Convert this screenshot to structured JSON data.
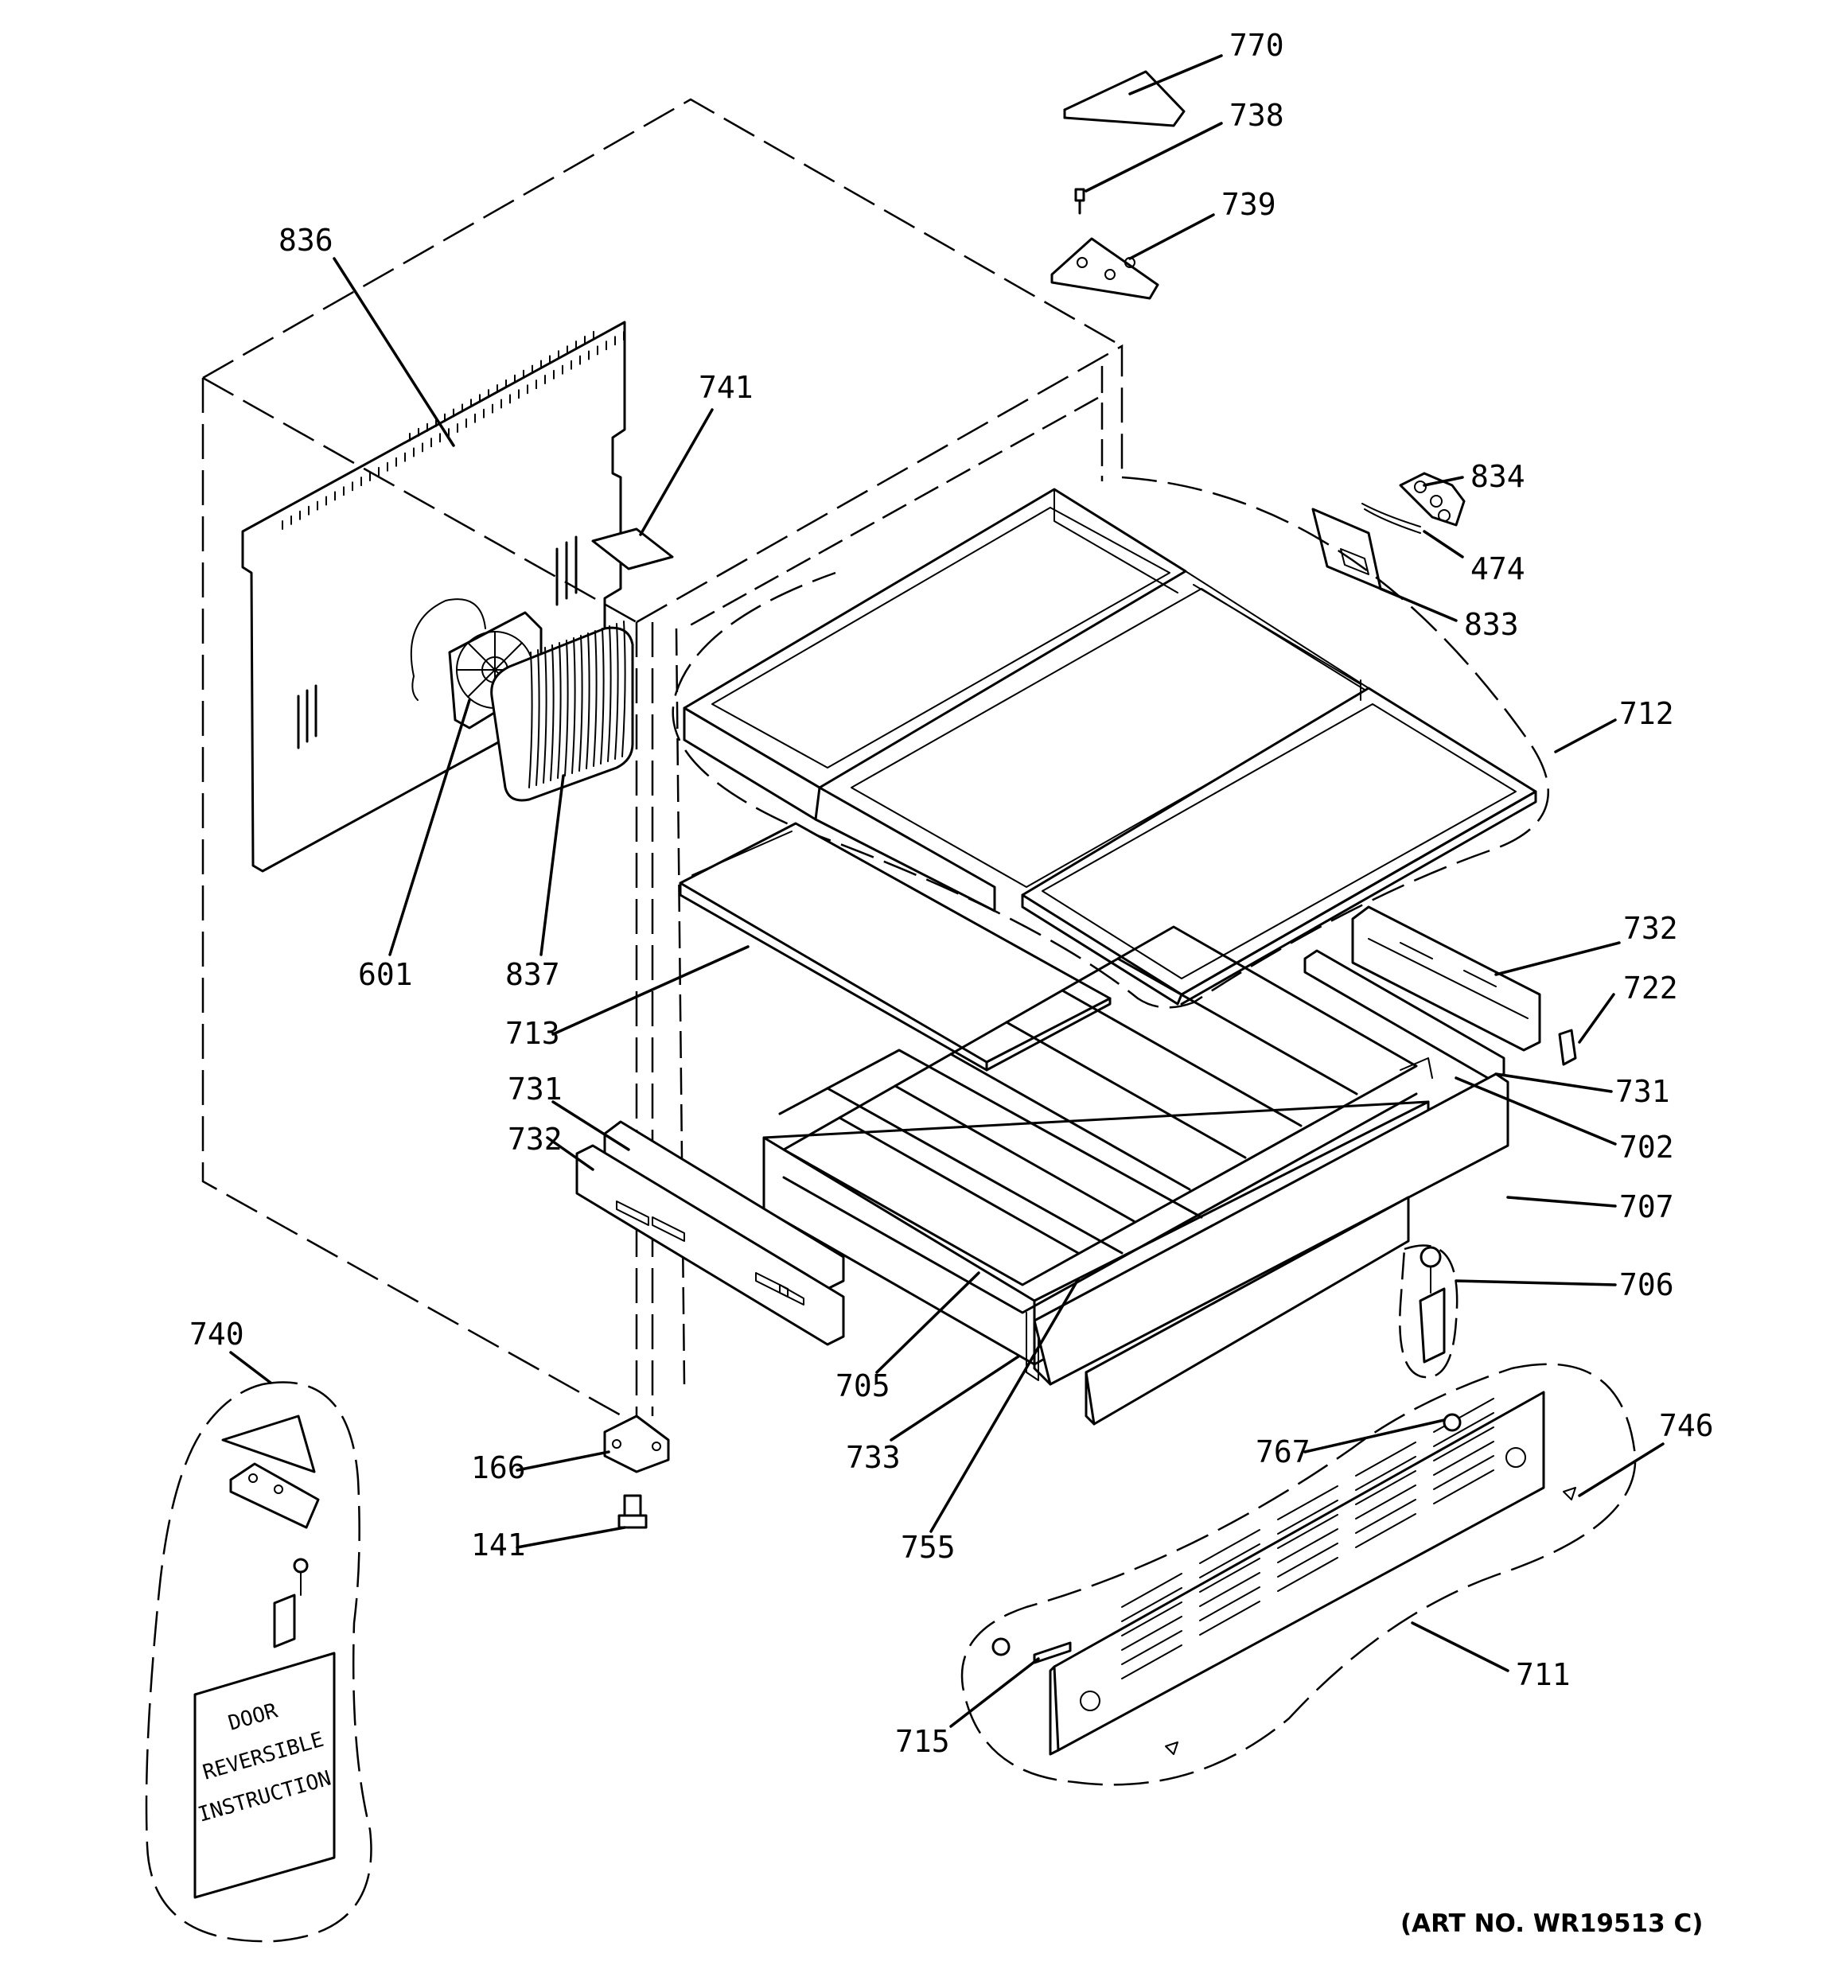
{
  "diagram": {
    "art_number": "(ART NO. WR19513 C)",
    "instruction_card": [
      "DOOR",
      "REVERSIBLE",
      "INSTRUCTION"
    ],
    "callouts": [
      {
        "id": "770"
      },
      {
        "id": "738"
      },
      {
        "id": "739"
      },
      {
        "id": "836"
      },
      {
        "id": "741"
      },
      {
        "id": "834"
      },
      {
        "id": "474"
      },
      {
        "id": "833"
      },
      {
        "id": "712"
      },
      {
        "id": "601"
      },
      {
        "id": "837"
      },
      {
        "id": "732"
      },
      {
        "id": "722"
      },
      {
        "id": "713"
      },
      {
        "id": "731"
      },
      {
        "id": "731"
      },
      {
        "id": "732"
      },
      {
        "id": "702"
      },
      {
        "id": "707"
      },
      {
        "id": "706"
      },
      {
        "id": "740"
      },
      {
        "id": "705"
      },
      {
        "id": "733"
      },
      {
        "id": "166"
      },
      {
        "id": "767"
      },
      {
        "id": "746"
      },
      {
        "id": "141"
      },
      {
        "id": "755"
      },
      {
        "id": "711"
      },
      {
        "id": "715"
      }
    ]
  }
}
